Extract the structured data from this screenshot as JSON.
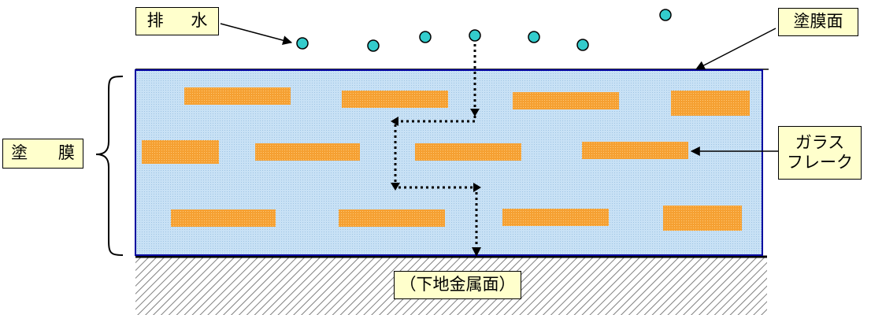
{
  "labels": {
    "drain": "排 水",
    "coating_surface": "塗膜面",
    "coating_film": "塗 膜",
    "glass_flake_line1": "ガラス",
    "glass_flake_line2": "フレーク",
    "substrate": "（下地金属面）"
  },
  "colors": {
    "coating_fill": "#c8e1f5",
    "coating_border": "#0000a0",
    "flake": "#f5a032",
    "water_droplet": "#33cccc",
    "substrate_hatch": "#7f7f7f",
    "label_bg": "#ffffcc"
  }
}
